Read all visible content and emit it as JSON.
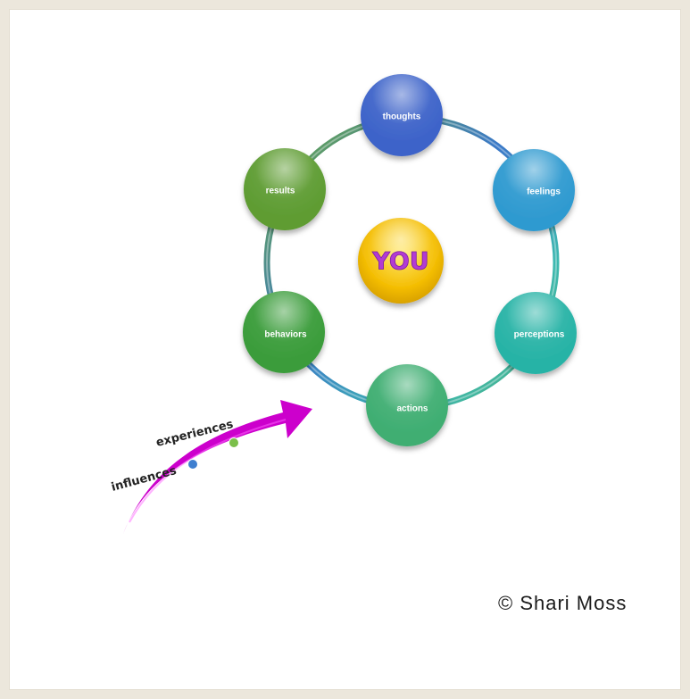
{
  "center": {
    "label": "YOU",
    "color": "#f5c300"
  },
  "nodes": [
    {
      "label": "thoughts",
      "color": "#3d63c9"
    },
    {
      "label": "feelings",
      "color": "#2f9ad0"
    },
    {
      "label": "perceptions",
      "color": "#27b3a6"
    },
    {
      "label": "actions",
      "color": "#3fae72"
    },
    {
      "label": "behaviors",
      "color": "#3a9c3a"
    },
    {
      "label": "results",
      "color": "#5e9c32"
    }
  ],
  "arrow": {
    "color": "#cc00cc",
    "labels": {
      "experiences": "experiences",
      "influences": "influences"
    }
  },
  "copyright": "© Shari Moss"
}
